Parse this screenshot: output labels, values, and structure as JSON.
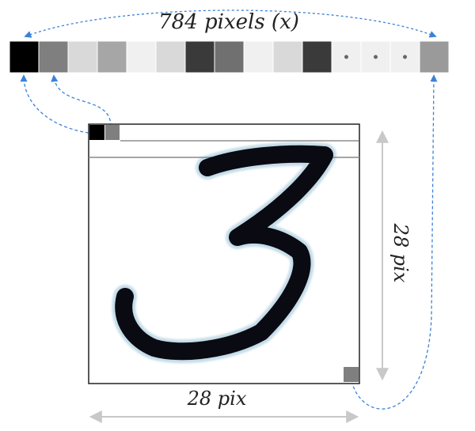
{
  "labels": {
    "top": "784 pixels (x)",
    "right": "28 pix",
    "bottom": "28 pix"
  },
  "pixel_strip": {
    "cells": [
      "#000000",
      "#7f7f7f",
      "#d9d9d9",
      "#a6a6a6",
      "#f0f0f0",
      "#d9d9d9",
      "#3a3a3a",
      "#707070",
      "#f0f0f0",
      "#d9d9d9",
      "#3a3a3a",
      "dot",
      "dot",
      "dot",
      "#9a9a9a"
    ]
  },
  "colors": {
    "arrow": "#3b82d6",
    "dimension": "#c8c8c8",
    "ink": "#0a0a12"
  },
  "digit": "3"
}
